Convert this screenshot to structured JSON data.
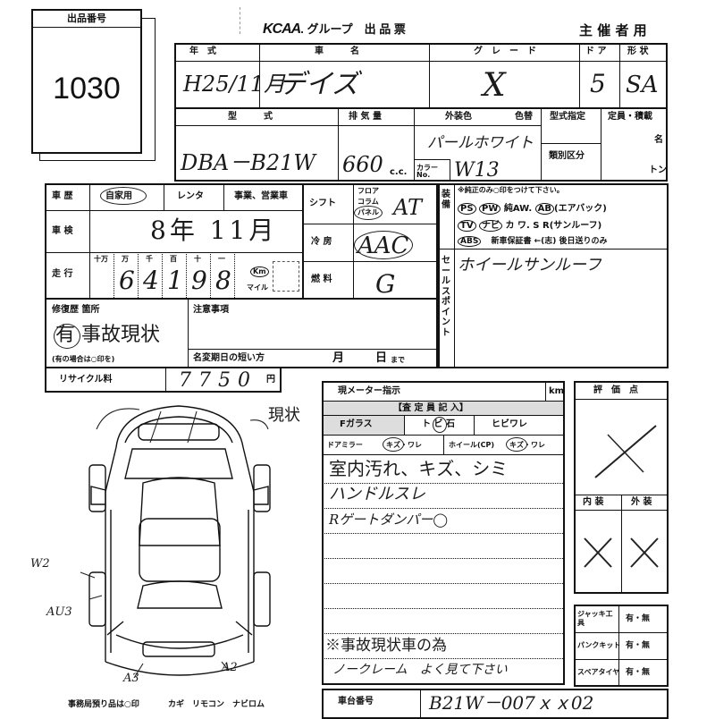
{
  "lot_box": {
    "label": "出品番号",
    "number": "1030"
  },
  "header": {
    "brand": "KCAA",
    "group": ". グループ　出 品 票",
    "organizer": "主 催 者 用"
  },
  "row1": {
    "labels": {
      "year": "年　式",
      "name": "車　　　名",
      "grade": "グ　レ　ー　ド",
      "door": "ド ア",
      "shape": "形 状"
    },
    "values": {
      "year": "H25/11月",
      "name": "デイズ",
      "grade": "X",
      "door": "5",
      "shape": "SA"
    }
  },
  "row2": {
    "labels": {
      "model": "型　　　式",
      "displacement": "排 気 量",
      "color": "外装色",
      "color_change": "色替",
      "type_spec": "型式指定",
      "capacity": "定員・積載",
      "class": "類別区分",
      "name_unit": "名",
      "ton_unit": "トン",
      "color_no": "カラーNo."
    },
    "values": {
      "model": "DBA－B21W",
      "displacement": "660",
      "cc": "c.c.",
      "color": "パールホワイト",
      "color_no": "W13"
    }
  },
  "history": {
    "labels": {
      "history": "車 歴",
      "own": "自家用",
      "rental": "レンタ",
      "business": "事業、営業車",
      "inspection": "車 検",
      "mileage": "走 行",
      "digits": [
        "十万",
        "万",
        "千",
        "百",
        "十",
        "一"
      ],
      "km": "Km",
      "mile": "マイル"
    },
    "values": {
      "inspection": "8年 11月",
      "mileage_digits": [
        "",
        "6",
        "4",
        "1",
        "9",
        "8"
      ]
    }
  },
  "shift": {
    "labels": {
      "shift": "シフト",
      "floor": "フロア",
      "column": "コラム",
      "panel": "パネル",
      "ac": "冷 房",
      "fuel": "燃 料"
    },
    "values": {
      "shift": "AT",
      "ac": "AAC",
      "fuel": "G"
    }
  },
  "equipment": {
    "label": "装備",
    "note": "※純正のみ○印をつけて下さい。",
    "line1": [
      "PS",
      "PW",
      "純AW.",
      "AB",
      "(エアバック)"
    ],
    "line2": [
      "TV",
      "ナビ",
      "カ ワ.",
      "S R",
      "(サンルーフ)"
    ],
    "line3": [
      "ABS",
      "新車保証書",
      "←(志)",
      "後日送りのみ"
    ]
  },
  "sales_point": {
    "label": "セールスポイント",
    "value": "ホイールサンルーフ"
  },
  "repair": {
    "label": "修復歴 箇所",
    "sub": "(有の場合は○印を)",
    "value": "有 事故現状"
  },
  "notes": {
    "label": "注意事項",
    "change_period": "名変期日の短い方",
    "month": "月",
    "day": "日",
    "made": "まで"
  },
  "recycle": {
    "label": "リサイクル料",
    "digits": [
      "7",
      "7",
      "5",
      "0"
    ],
    "unit": "円"
  },
  "meter": {
    "label": "現メーター指示",
    "unit": "km"
  },
  "inspector": {
    "label": "【査 定 員 記 入】",
    "row1": [
      "Fガラス",
      "ト ビ 石",
      "ヒビワレ"
    ],
    "row2": [
      "ドアミラー",
      "キズ・ワレ",
      "ホイール(CP)",
      "キズ・ワレ"
    ],
    "comments": [
      "室内汚れ、キズ、シミ",
      "ハンドルスレ",
      "Rゲートダンパー◯",
      "",
      "",
      "",
      "",
      "※事故現状車の為",
      "ノークレーム　よく見て下さい"
    ]
  },
  "score": {
    "label": "評　価　点",
    "interior": "内 装",
    "exterior": "外 装"
  },
  "jack": {
    "rows": [
      [
        "ジャッキ工具",
        "有・無"
      ],
      [
        "パンクキット",
        "有・無"
      ],
      [
        "スペアタイヤ",
        "有・無"
      ]
    ]
  },
  "diagram": {
    "note": "現状",
    "marks": [
      "W2",
      "AU3",
      "A3",
      "A2"
    ]
  },
  "footer": {
    "office": "事務局預り品は○印",
    "items": "カギ　リモコン　ナビロム",
    "chassis_label": "車台番号",
    "chassis": "B21W－007ｘｘ02"
  }
}
